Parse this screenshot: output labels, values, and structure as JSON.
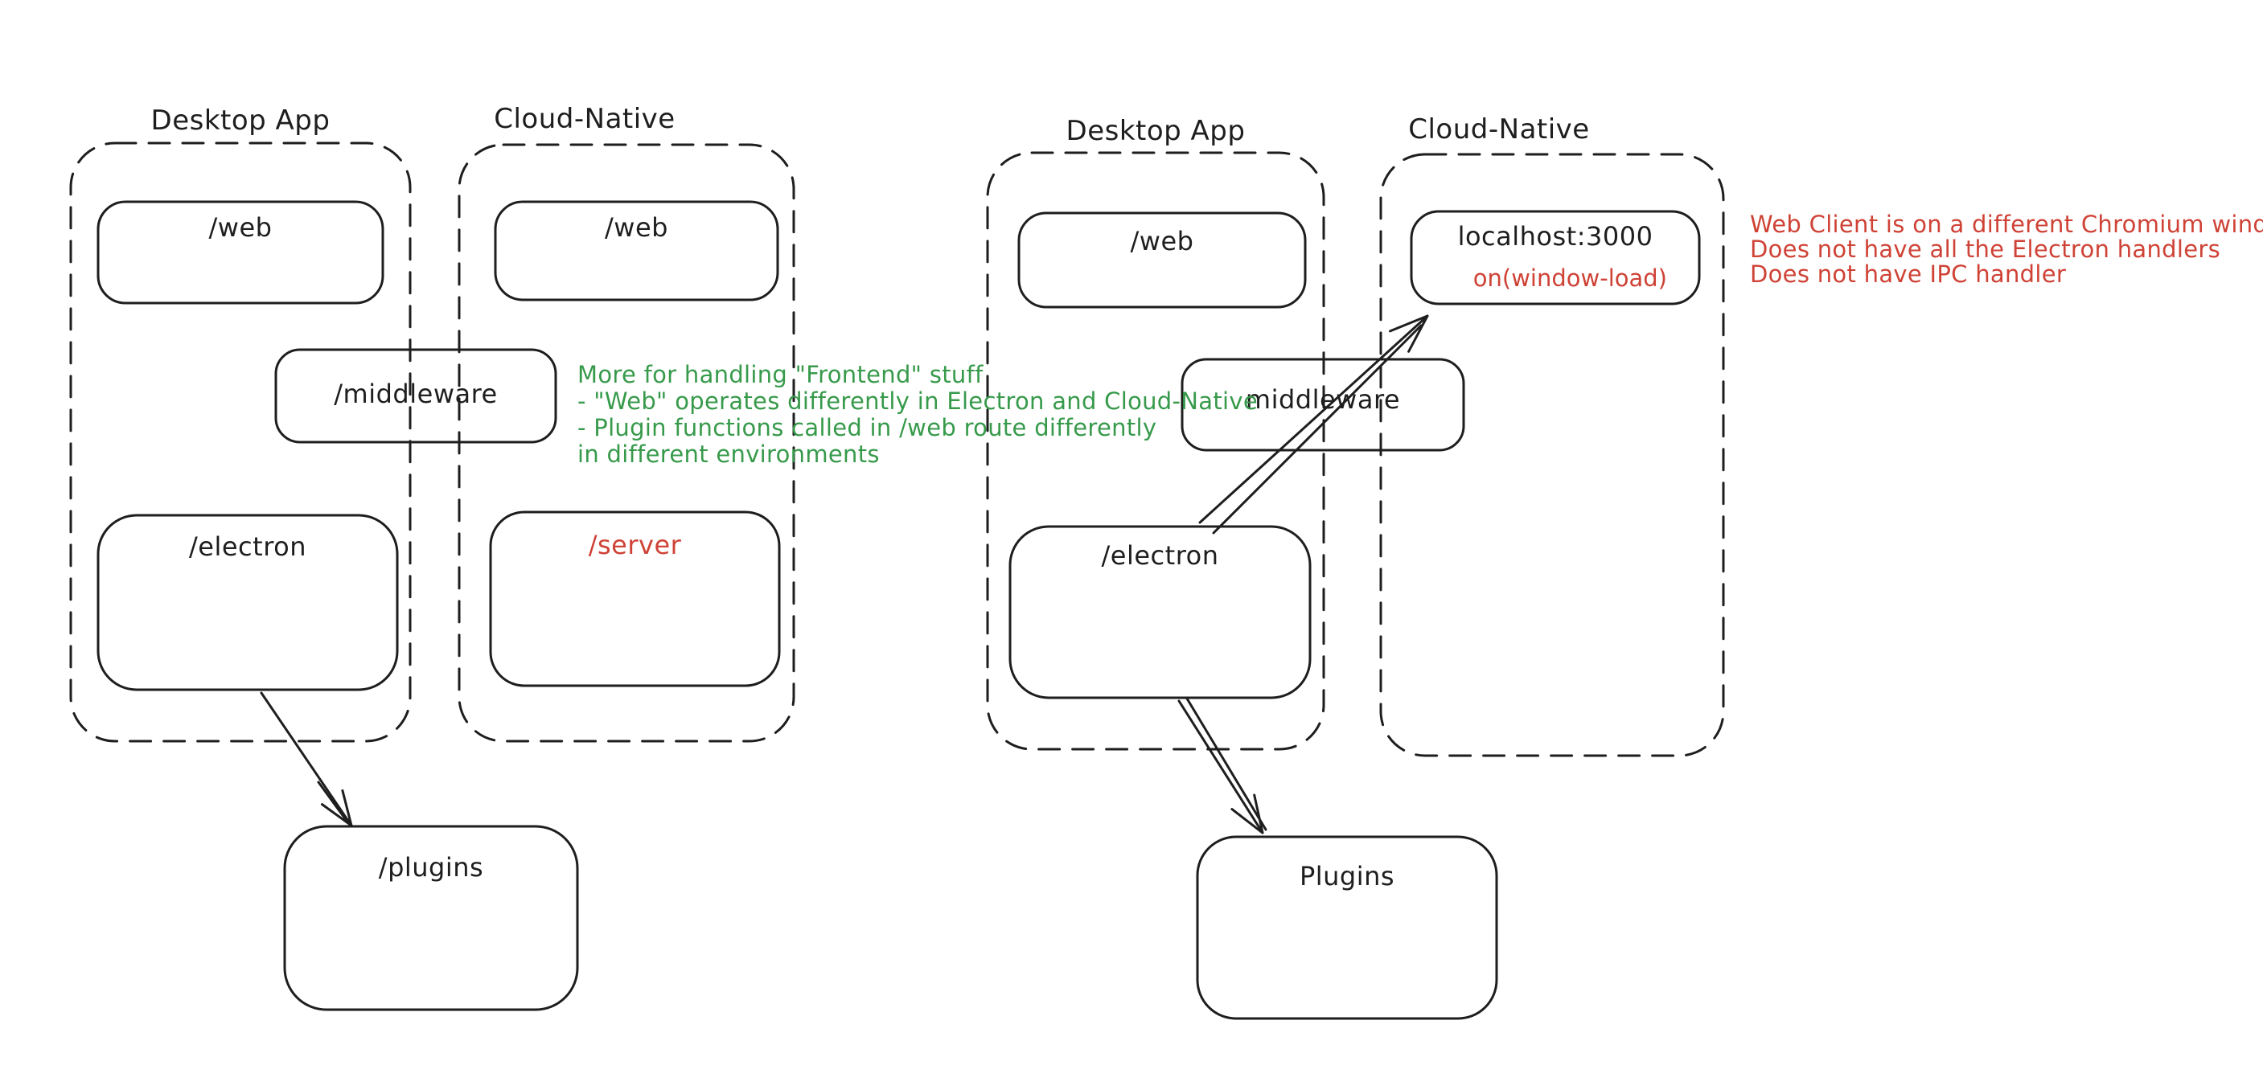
{
  "colors": {
    "ink": "#1e1e1e",
    "green": "#379a4b",
    "red": "#cf4236",
    "background": "#ffffff"
  },
  "left_diagram": {
    "desktop_group_label": "Desktop App",
    "cloud_group_label": "Cloud-Native",
    "boxes": {
      "web_desktop": "/web",
      "web_cloud": "/web",
      "middleware": "/middleware",
      "electron": "/electron",
      "server": "/server",
      "plugins": "/plugins"
    }
  },
  "right_diagram": {
    "desktop_group_label": "Desktop App",
    "cloud_group_label": "Cloud-Native",
    "boxes": {
      "web": "/web",
      "localhost": "localhost:3000",
      "on_window_load": "on(window-load)",
      "middleware": "middleware",
      "electron": "/electron",
      "plugins": "Plugins"
    }
  },
  "annotations": {
    "green_note": {
      "lines": [
        "More for handling \"Frontend\" stuff",
        "- \"Web\" operates differently in Electron and Cloud-Native",
        "- Plugin functions called in /web route differently",
        "in different environments"
      ]
    },
    "red_note": {
      "lines": [
        "Web Client is on a different Chromium window",
        "Does not have all the Electron handlers",
        "Does not have IPC handler"
      ]
    }
  }
}
